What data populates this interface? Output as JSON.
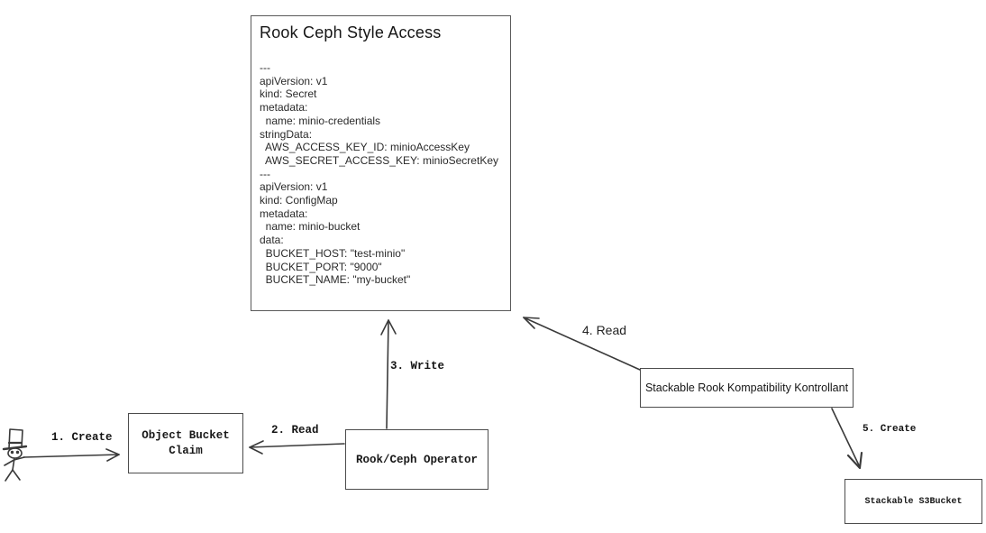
{
  "colors": {
    "background": "#ffffff",
    "stroke": "#4a4a4a",
    "text": "#1c1c1c"
  },
  "main_box": {
    "title": "Rook Ceph Style Access",
    "yaml_lines": [
      "---",
      "apiVersion: v1",
      "kind: Secret",
      "metadata:",
      "  name: minio-credentials",
      "stringData:",
      "  AWS_ACCESS_KEY_ID: minioAccessKey",
      "  AWS_SECRET_ACCESS_KEY: minioSecretKey",
      "---",
      "apiVersion: v1",
      "kind: ConfigMap",
      "metadata:",
      "  name: minio-bucket",
      "data:",
      "  BUCKET_HOST: \"test-minio\"",
      "  BUCKET_PORT: \"9000\"",
      "  BUCKET_NAME: \"my-bucket\""
    ]
  },
  "nodes": {
    "object_bucket_claim": {
      "label": [
        "Object Bucket",
        "Claim"
      ]
    },
    "rook_ceph_operator": {
      "label": "Rook/Ceph Operator"
    },
    "stackable_kontrollant": {
      "label": "Stackable Rook Kompatibility Kontrollant"
    },
    "stackable_s3bucket": {
      "label": "Stackable S3Bucket"
    }
  },
  "edges": {
    "e1": {
      "label": "1. Create"
    },
    "e2": {
      "label": "2. Read"
    },
    "e3": {
      "label": "3. Write"
    },
    "e4": {
      "label": "4. Read"
    },
    "e5": {
      "label": "5. Create"
    }
  }
}
